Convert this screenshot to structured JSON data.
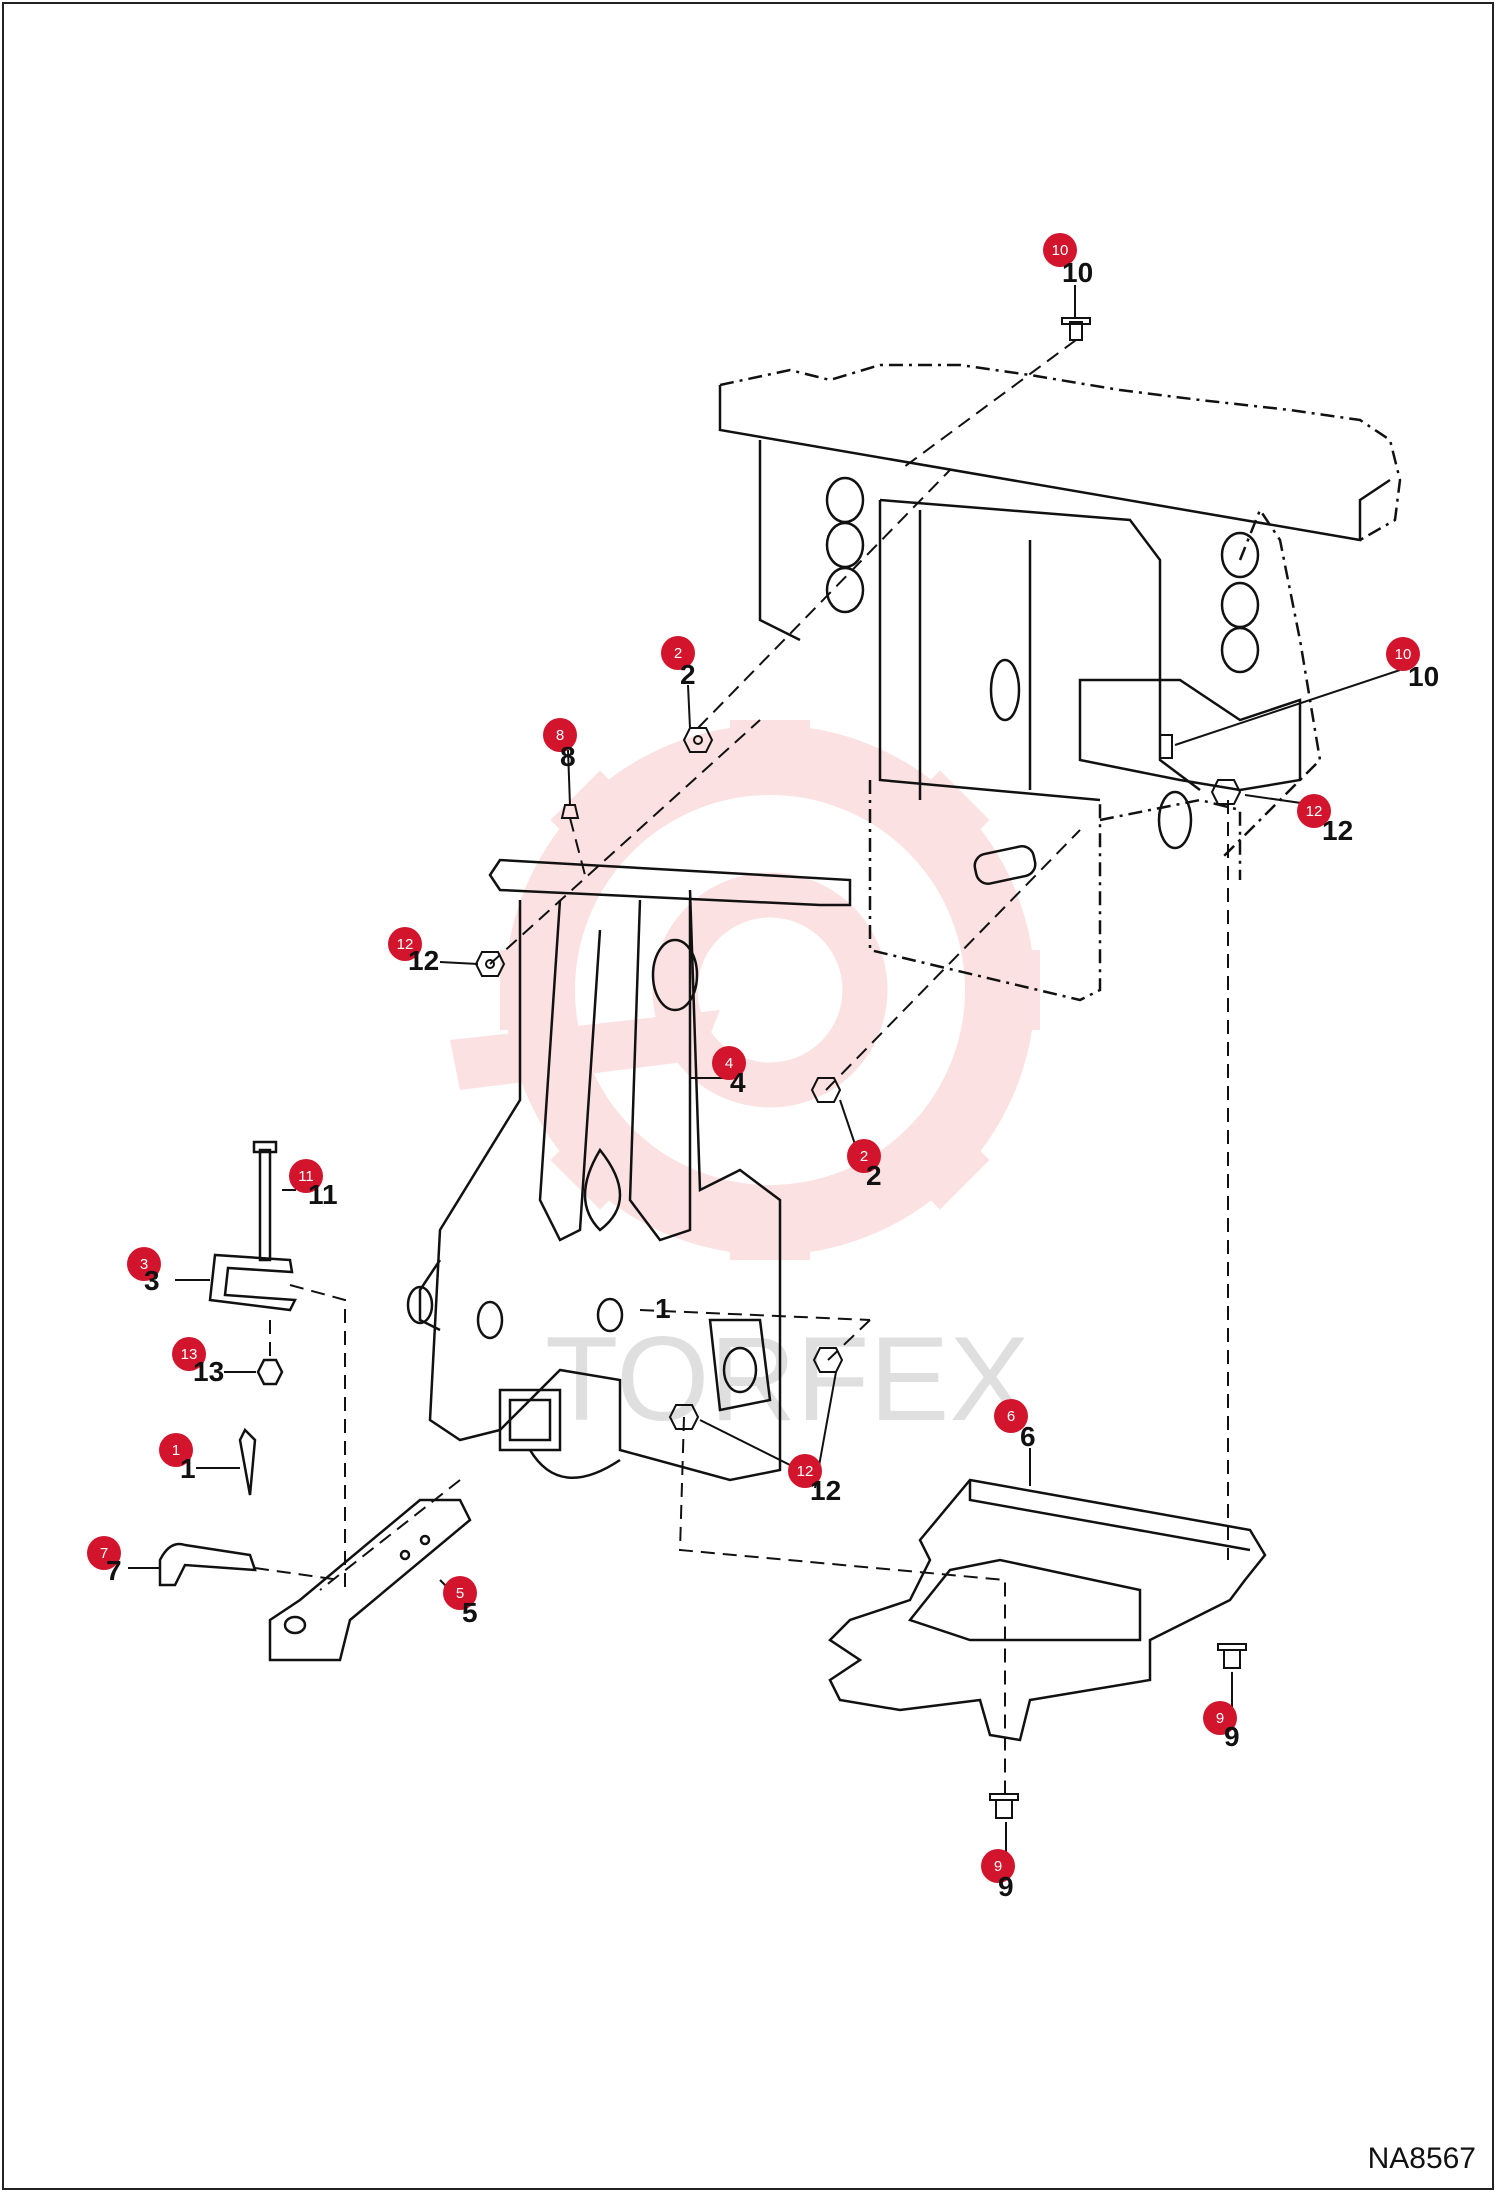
{
  "drawing_id": "NA8567",
  "watermark": "TORFEX",
  "colors": {
    "callout": "#d2142c",
    "line": "#111111",
    "watermark": "#f08a8a"
  },
  "callouts": [
    {
      "id": "c10a",
      "label": "10",
      "ref": "10"
    },
    {
      "id": "c10b",
      "label": "10",
      "ref": "10"
    },
    {
      "id": "c2a",
      "label": "2",
      "ref": "2"
    },
    {
      "id": "c8",
      "label": "8",
      "ref": "8"
    },
    {
      "id": "c12a",
      "label": "12",
      "ref": "12"
    },
    {
      "id": "c12b",
      "label": "12",
      "ref": "12"
    },
    {
      "id": "c4",
      "label": "4",
      "ref": "4"
    },
    {
      "id": "c2b",
      "label": "2",
      "ref": "2"
    },
    {
      "id": "c11",
      "label": "11",
      "ref": "11"
    },
    {
      "id": "c3",
      "label": "3",
      "ref": "3"
    },
    {
      "id": "c13",
      "label": "13",
      "ref": "13"
    },
    {
      "id": "c1",
      "label": "1",
      "ref": "1"
    },
    {
      "id": "c7",
      "label": "7",
      "ref": "7"
    },
    {
      "id": "c5",
      "label": "5",
      "ref": "5"
    },
    {
      "id": "c12c",
      "label": "12",
      "ref": "12"
    },
    {
      "id": "c6",
      "label": "6",
      "ref": "6"
    },
    {
      "id": "c9a",
      "label": "9",
      "ref": "9"
    },
    {
      "id": "c9b",
      "label": "9",
      "ref": "9"
    }
  ],
  "unmarked_ref": "1"
}
